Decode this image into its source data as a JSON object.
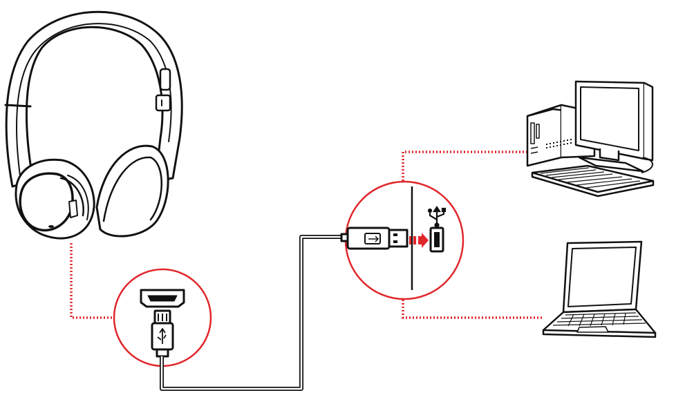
{
  "diagram": {
    "colors": {
      "line": "#111111",
      "accent": "#e0262b",
      "dotted_link": "#e0262b",
      "screen": "#ffffff",
      "fill_light": "#ffffff"
    },
    "devices": [
      {
        "id": "headphones",
        "icon": "headphones-icon"
      },
      {
        "id": "desktop",
        "icon": "desktop-computer-icon"
      },
      {
        "id": "laptop",
        "icon": "laptop-icon"
      }
    ],
    "callouts": [
      {
        "id": "micro-usb-callout",
        "shows": [
          "micro-usb-port-icon",
          "micro-usb-plug-icon"
        ]
      },
      {
        "id": "usb-a-callout",
        "shows": [
          "usb-a-plug-icon",
          "insert-arrow-icon",
          "usb-a-port-icon",
          "usb-symbol-icon"
        ]
      }
    ],
    "links": [
      {
        "from": "headphones",
        "to": "micro-usb-callout",
        "style": "dotted-red"
      },
      {
        "from": "micro-usb-callout",
        "to": "usb-a-callout",
        "style": "cable"
      },
      {
        "from": "usb-a-callout",
        "to": "desktop",
        "style": "dotted-red"
      },
      {
        "from": "usb-a-callout",
        "to": "laptop",
        "style": "dotted-red"
      }
    ]
  }
}
